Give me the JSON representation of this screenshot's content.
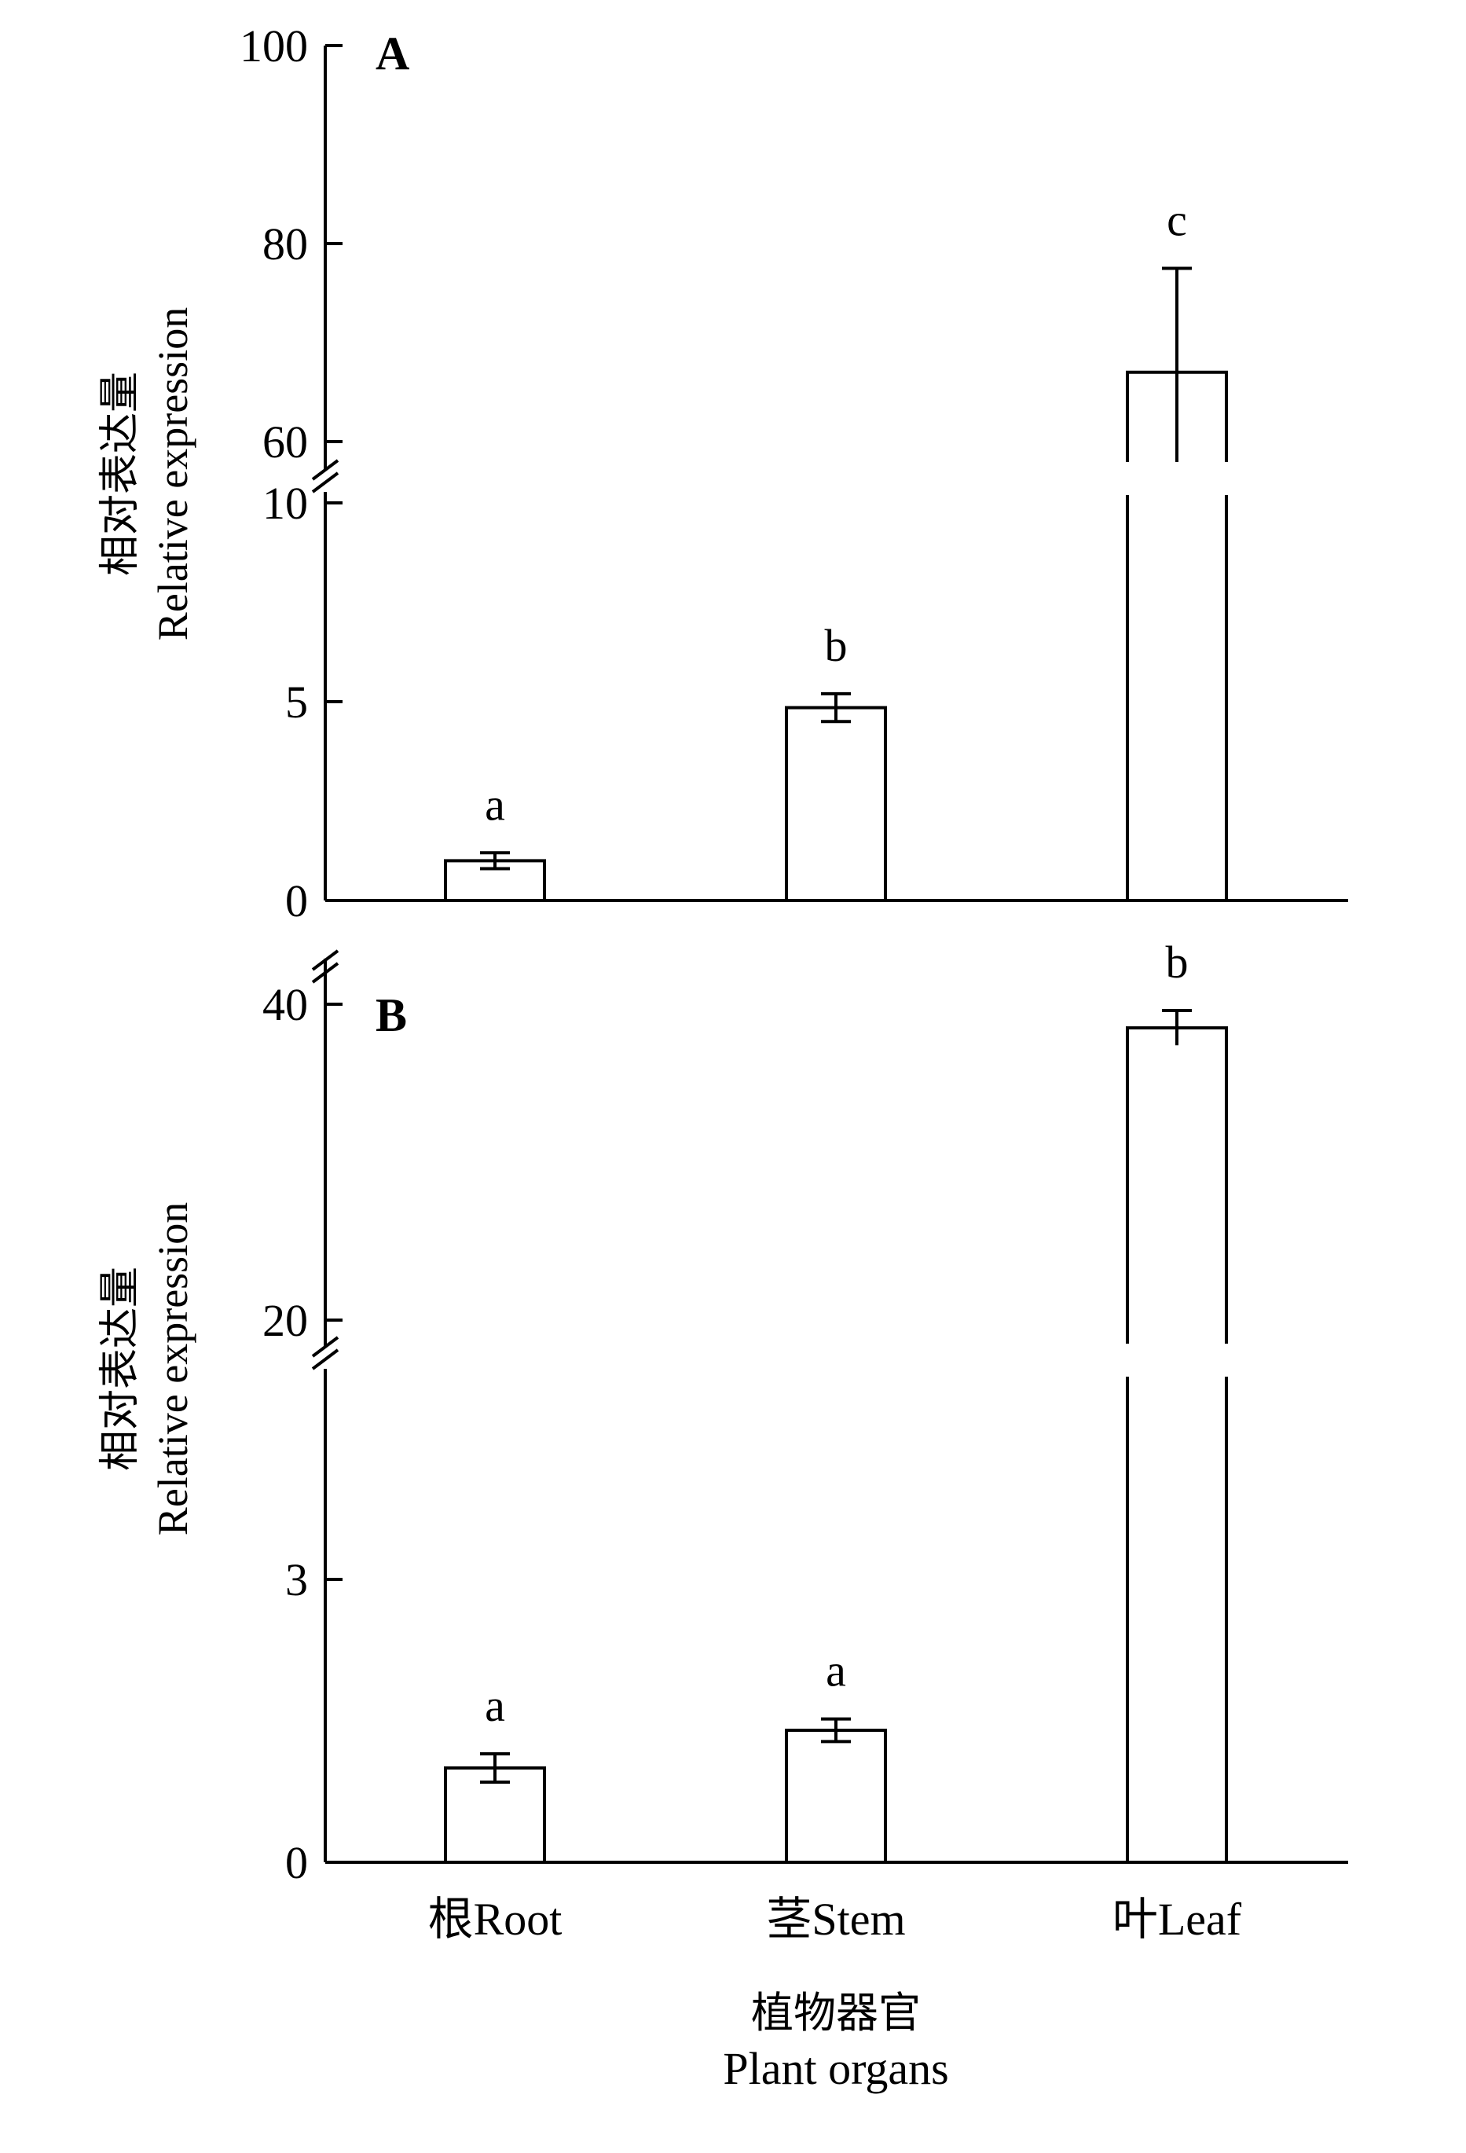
{
  "chart_data": [
    {
      "type": "bar",
      "panel_label": "A",
      "categories": [
        "根Root",
        "茎Stem",
        "叶Leaf"
      ],
      "values": [
        1.0,
        4.85,
        67
      ],
      "errors": [
        0.2,
        0.35,
        10.5
      ],
      "significance_letters": [
        "a",
        "b",
        "c"
      ],
      "ylabel_zh": "相对表达量",
      "ylabel_en": "Relative expression",
      "broken_axis": true,
      "segments": [
        {
          "ylim": [
            0,
            10
          ],
          "ticks": [
            0,
            5,
            10
          ]
        },
        {
          "ylim": [
            60,
            100
          ],
          "ticks": [
            60,
            80,
            100
          ]
        }
      ],
      "tick_labels": [
        "0",
        "5",
        "10",
        "60",
        "80",
        "100"
      ]
    },
    {
      "type": "bar",
      "panel_label": "B",
      "categories": [
        "根Root",
        "茎Stem",
        "叶Leaf"
      ],
      "values": [
        1.0,
        1.4,
        38.5
      ],
      "errors": [
        0.15,
        0.12,
        1.1
      ],
      "significance_letters": [
        "a",
        "a",
        "b"
      ],
      "ylabel_zh": "相对表达量",
      "ylabel_en": "Relative expression",
      "broken_axis": true,
      "segments": [
        {
          "ylim": [
            0,
            5
          ],
          "ticks": [
            0,
            3
          ]
        },
        {
          "ylim": [
            18,
            41
          ],
          "ticks": [
            20,
            40
          ]
        }
      ],
      "tick_labels": [
        "0",
        "3",
        "20",
        "40"
      ]
    }
  ],
  "xaxis": {
    "categories": [
      "根Root",
      "茎Stem",
      "叶Leaf"
    ],
    "label_zh": "植物器官",
    "label_en": "Plant organs"
  }
}
